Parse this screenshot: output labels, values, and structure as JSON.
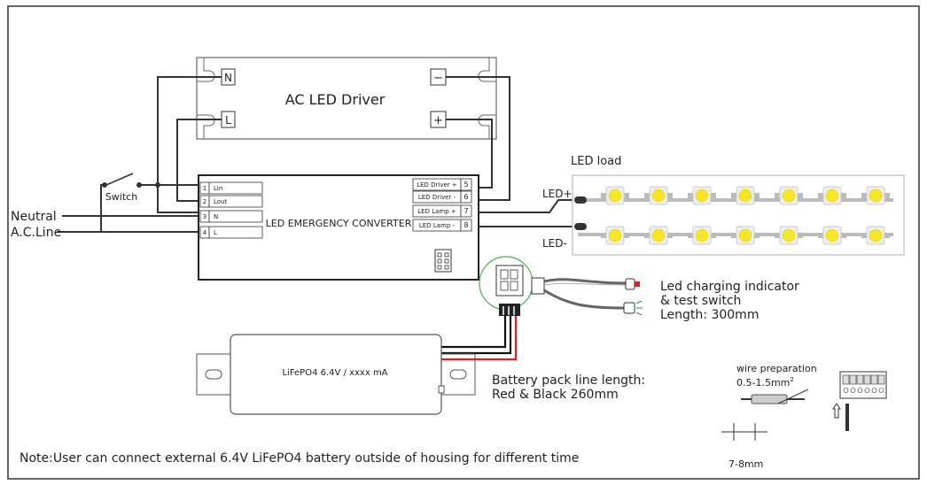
{
  "driver": {
    "title": "AC LED Driver",
    "n_label": "N",
    "l_label": "L",
    "minus_label": "−",
    "plus_label": "+"
  },
  "converter": {
    "title": "LED EMERGENCY CONVERTER",
    "left_terminals": [
      {
        "num": "1",
        "label": "Lin"
      },
      {
        "num": "2",
        "label": "Lout"
      },
      {
        "num": "3",
        "label": "N"
      },
      {
        "num": "4",
        "label": "L"
      }
    ],
    "right_terminals": [
      {
        "label": "LED Driver +",
        "num": "5"
      },
      {
        "label": "LED Driver -",
        "num": "6"
      },
      {
        "label": "LED Lamp +",
        "num": "7"
      },
      {
        "label": "LED Lamp -",
        "num": "8"
      }
    ]
  },
  "inputs": {
    "switch_label": "Switch",
    "neutral_label": "Neutral",
    "line_label": "A.C.Line"
  },
  "led_load": {
    "title": "LED load",
    "plus_label": "LED+",
    "minus_label": "LED-",
    "leds_per_row": 7,
    "led_color": "#f5e62a"
  },
  "indicator": {
    "line1": "Led charging indicator",
    "line2": "& test switch",
    "line3": "Length: 300mm",
    "led_color": "#e02020",
    "switch_color": "#2e9a4a"
  },
  "battery": {
    "label": "LiFePO4  6.4V / xxxx mA",
    "line_title": "Battery pack line length:",
    "line_spec": "Red & Black   260mm",
    "red_wire_color": "#e02020",
    "black_wire_color": "#111111"
  },
  "wire_prep": {
    "title": "wire preparation",
    "spec": "0.5-1.5mm",
    "spec_sup": "2",
    "strip_length": "7-8mm"
  },
  "note": "Note:User can connect external 6.4V LiFePO4 battery outside of housing for different time",
  "colors": {
    "line": "#333333",
    "zoom_circle": "#4caf50"
  }
}
